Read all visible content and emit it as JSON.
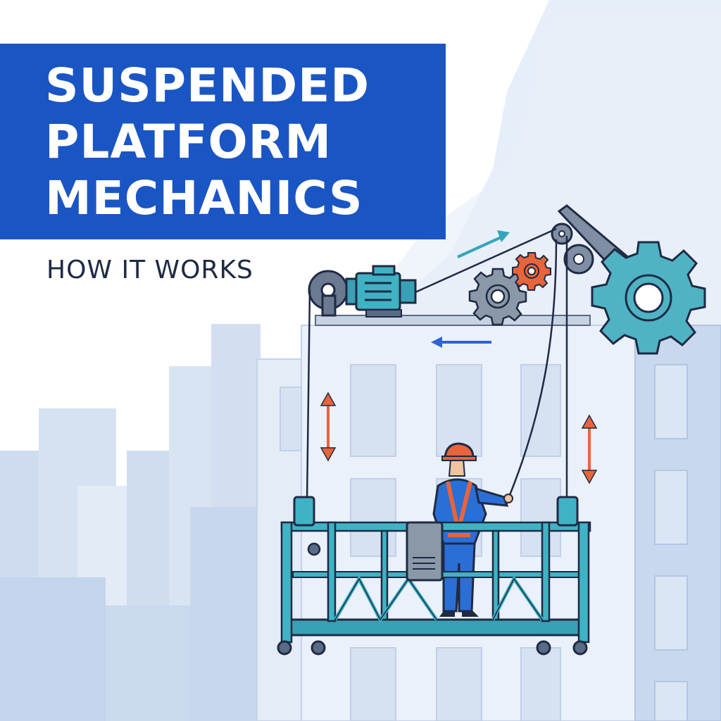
{
  "title": {
    "line1": "SUSPENDED",
    "line2": "PLATFORM",
    "line3": "MECHANICS"
  },
  "subtitle": "HOW IT WORKS",
  "colors": {
    "title_background": "#1a55c4",
    "title_text": "#ffffff",
    "subtitle_text": "#1f2a44",
    "platform_frame": "#2fa3b5",
    "gear_teal": "#4fb3c4",
    "gear_orange": "#e8643a",
    "gear_grey": "#8a98a8",
    "arrow_blue": "#2f63d6",
    "arrow_teal": "#33a6b8",
    "arrow_orange": "#e8643a",
    "worker_suit": "#2a6fd6",
    "worker_helmet": "#e8643a",
    "building_light": "#dbe6f4",
    "building_mid": "#c4d5ec"
  },
  "illustration": {
    "icons": [
      "city-skyline-icon",
      "building-icon",
      "hoist-motor-icon",
      "pulley-icon",
      "gear-icon",
      "motion-arrow-icon",
      "worker-icon",
      "control-box-icon",
      "platform-cradle-icon"
    ]
  }
}
